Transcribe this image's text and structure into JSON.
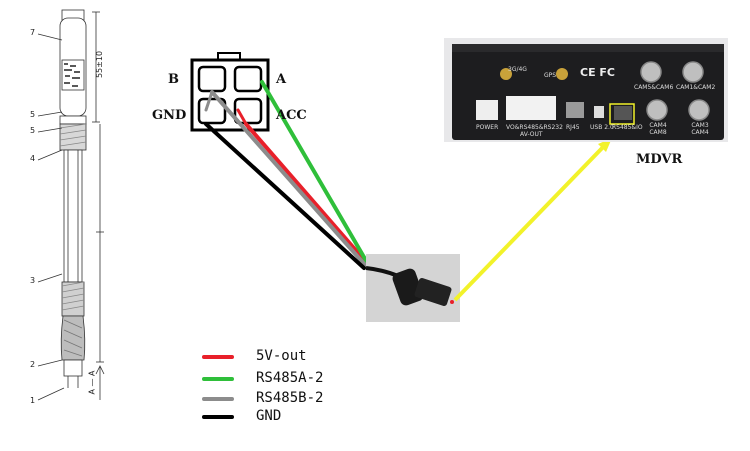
{
  "connector": {
    "pin_labels": {
      "b": "B",
      "a": "A",
      "gnd": "GND",
      "acc": "ACC"
    }
  },
  "device": {
    "label": "MDVR",
    "panel_labels": {
      "antenna_1": "3G/4G",
      "antenna_2": "GPS",
      "cert": "CE FC",
      "cam_5_6": "CAM5&CAM6",
      "cam_1_2": "CAM1&CAM2",
      "cam_4_8": "CAM4 CAM8",
      "cam_3_7": "CAM3 CAM4",
      "power": "POWER",
      "vo_port": "VO&RS485&RS232",
      "av_out": "AV-OUT",
      "rj45": "RJ45",
      "usb": "USB 2.0",
      "rs485": "RS485&IO"
    }
  },
  "drawing": {
    "dimension": "55±10",
    "callouts": [
      "7",
      "5",
      "5",
      "4",
      "3",
      "2",
      "1"
    ],
    "section_mark": "A — A"
  },
  "legend": [
    {
      "label": "5V-out",
      "color": "#e8202a"
    },
    {
      "label": "RS485A-2",
      "color": "#2fbf3a"
    },
    {
      "label": "RS485B-2",
      "color": "#8c8c8c"
    },
    {
      "label": "GND",
      "color": "#000000"
    }
  ],
  "colors": {
    "signal_line": "#f2f22a",
    "highlight_box": "#f2f22a"
  }
}
